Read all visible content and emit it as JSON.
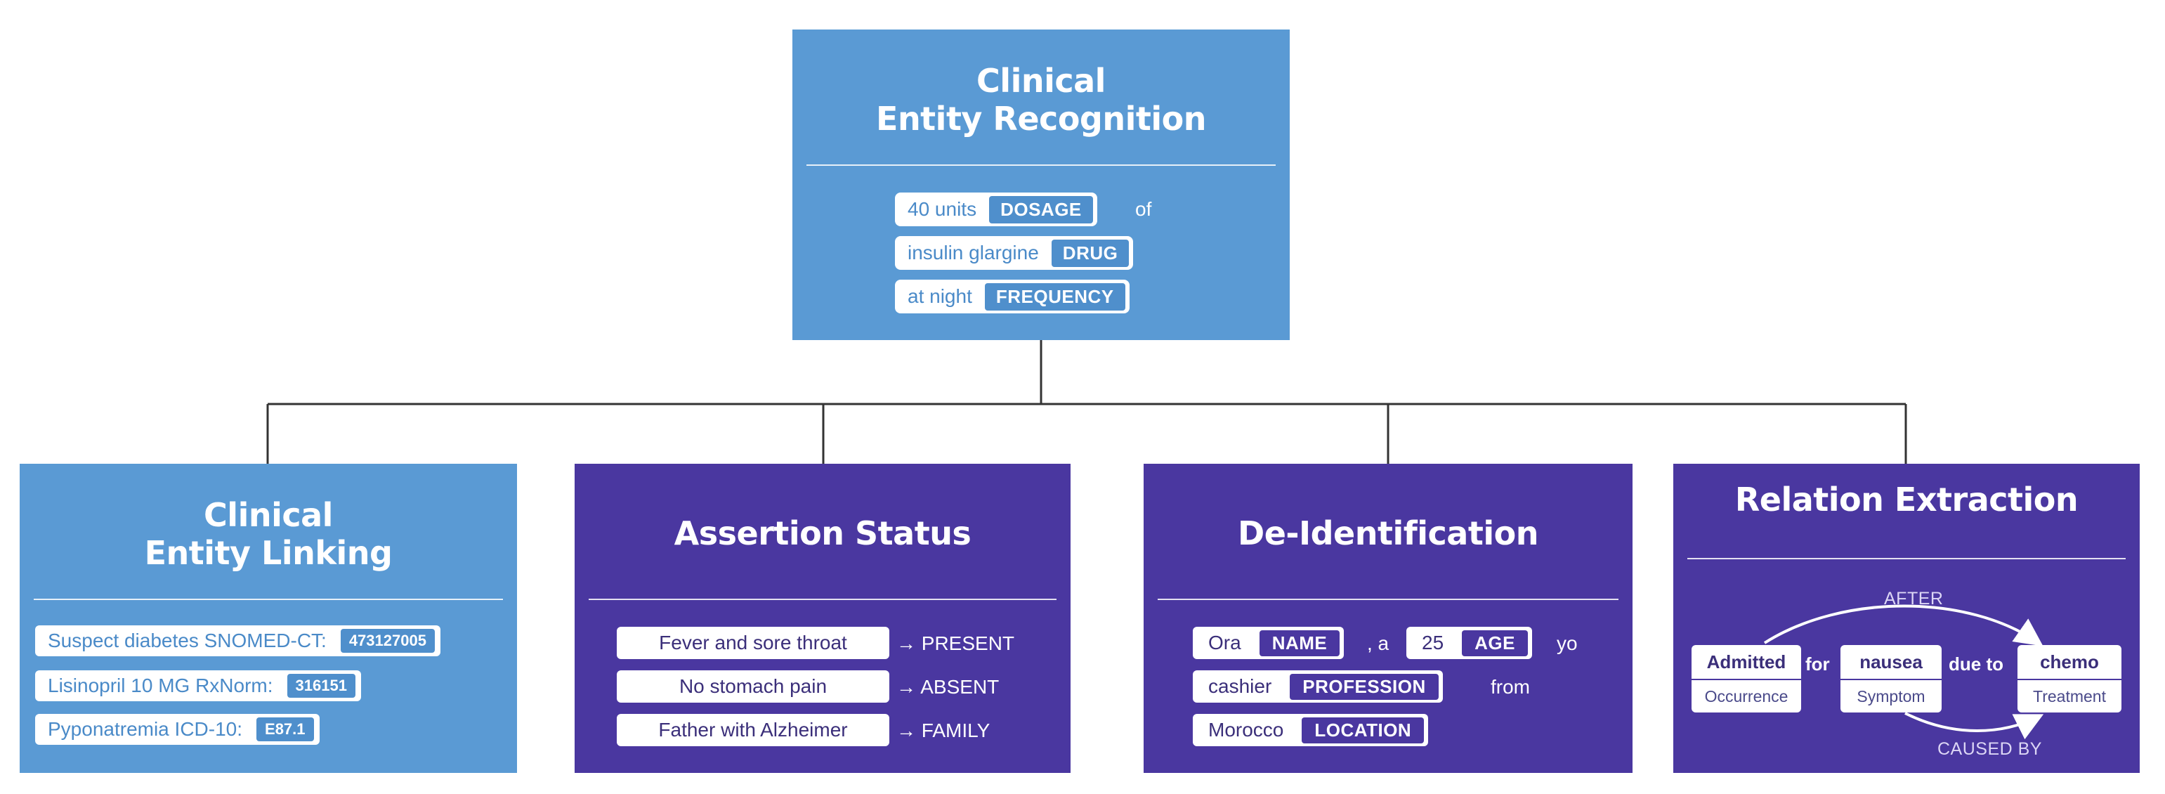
{
  "top_card": {
    "title_line1": "Clinical",
    "title_line2": "Entity Recognition",
    "rows": [
      {
        "text": "40 units",
        "tag": "DOSAGE",
        "after": "of"
      },
      {
        "text": "insulin glargine",
        "tag": "DRUG",
        "after": ""
      },
      {
        "text": "at night",
        "tag": "FREQUENCY",
        "after": ""
      }
    ]
  },
  "linking_card": {
    "title_line1": "Clinical",
    "title_line2": "Entity Linking",
    "rows": [
      {
        "text": "Suspect diabetes  SNOMED-CT:",
        "code": "473127005"
      },
      {
        "text": "Lisinopril  10 MG  RxNorm:",
        "code": "316151"
      },
      {
        "text": "Pyponatremia  ICD-10:",
        "code": "E87.1"
      }
    ]
  },
  "assertion_card": {
    "title": "Assertion Status",
    "rows": [
      {
        "text": "Fever and sore throat",
        "status": "→ PRESENT"
      },
      {
        "text": "No stomach pain",
        "status": "→ ABSENT"
      },
      {
        "text": "Father with Alzheimer",
        "status": "→ FAMILY"
      }
    ]
  },
  "deid_card": {
    "title": "De-Identification",
    "items": [
      {
        "text": "Ora",
        "tag": "NAME"
      },
      {
        "text": "25",
        "tag": "AGE"
      },
      {
        "text": "cashier",
        "tag": "PROFESSION"
      },
      {
        "text": "Morocco",
        "tag": "LOCATION"
      }
    ],
    "fillers": [
      ", a",
      "yo",
      "from"
    ]
  },
  "relation_card": {
    "title": "Relation Extraction",
    "entities": [
      {
        "word": "Admitted",
        "type": "Occurrence"
      },
      {
        "word": "nausea",
        "type": "Symptom"
      },
      {
        "word": "chemo",
        "type": "Treatment"
      }
    ],
    "connectors": [
      "for",
      "due to"
    ],
    "relations": [
      "AFTER",
      "CAUSED BY"
    ]
  },
  "colors": {
    "blue": "#5a9ad4",
    "purple": "#4a37a0",
    "connector": "#333333"
  }
}
